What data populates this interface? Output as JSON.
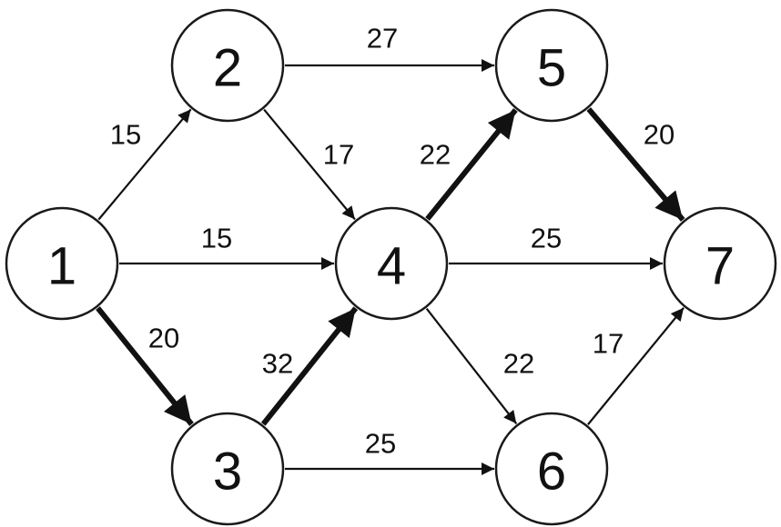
{
  "graph": {
    "nodes": [
      {
        "id": "1",
        "label": "1"
      },
      {
        "id": "2",
        "label": "2"
      },
      {
        "id": "3",
        "label": "3"
      },
      {
        "id": "4",
        "label": "4"
      },
      {
        "id": "5",
        "label": "5"
      },
      {
        "id": "6",
        "label": "6"
      },
      {
        "id": "7",
        "label": "7"
      }
    ],
    "edges": [
      {
        "from": "1",
        "to": "2",
        "weight": "15",
        "highlighted": false
      },
      {
        "from": "1",
        "to": "4",
        "weight": "15",
        "highlighted": false
      },
      {
        "from": "1",
        "to": "3",
        "weight": "20",
        "highlighted": true
      },
      {
        "from": "2",
        "to": "5",
        "weight": "27",
        "highlighted": false
      },
      {
        "from": "2",
        "to": "4",
        "weight": "17",
        "highlighted": false
      },
      {
        "from": "3",
        "to": "4",
        "weight": "32",
        "highlighted": true
      },
      {
        "from": "3",
        "to": "6",
        "weight": "25",
        "highlighted": false
      },
      {
        "from": "4",
        "to": "5",
        "weight": "22",
        "highlighted": true
      },
      {
        "from": "4",
        "to": "7",
        "weight": "25",
        "highlighted": false
      },
      {
        "from": "4",
        "to": "6",
        "weight": "22",
        "highlighted": false
      },
      {
        "from": "5",
        "to": "7",
        "weight": "20",
        "highlighted": true
      },
      {
        "from": "6",
        "to": "7",
        "weight": "17",
        "highlighted": false
      }
    ]
  }
}
